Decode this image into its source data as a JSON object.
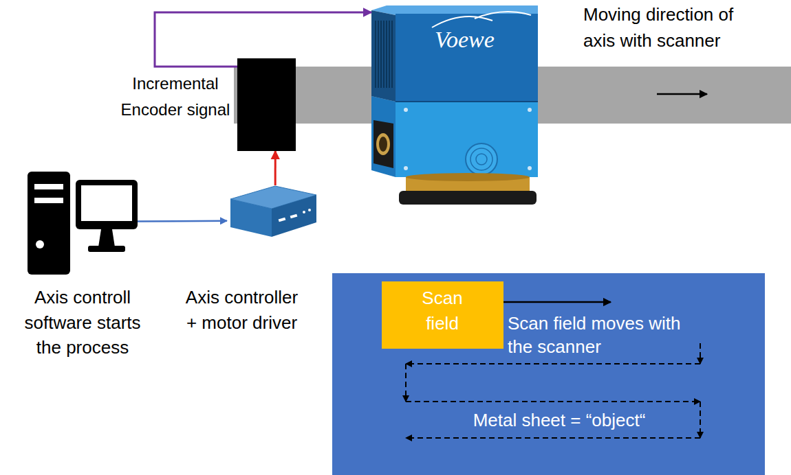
{
  "diagram": {
    "nodes": [
      {
        "text": [
          "Moving direction of axis with scanner"
        ]
      },
      {
        "text": [
          "Voewe"
        ]
      },
      {
        "text": [
          "Incremental Encoder signal"
        ]
      },
      {
        "text": [
          "Axis controll software starts the process"
        ]
      },
      {
        "text": [
          "Axis controller + motor driver"
        ]
      },
      {
        "text": [
          "Metal sheet = “object“"
        ]
      },
      {
        "text": [
          "Scan field"
        ],
        "in": 5
      }
    ],
    "edges": [
      {
        "from": 3,
        "to": 4,
        "arrow": "to"
      },
      {
        "from": 4,
        "to": 2,
        "arrow": "to"
      },
      {
        "from": 2,
        "to": 1,
        "arrow": "to"
      }
    ],
    "labels": [
      "Scan field moves with the scanner"
    ]
  }
}
